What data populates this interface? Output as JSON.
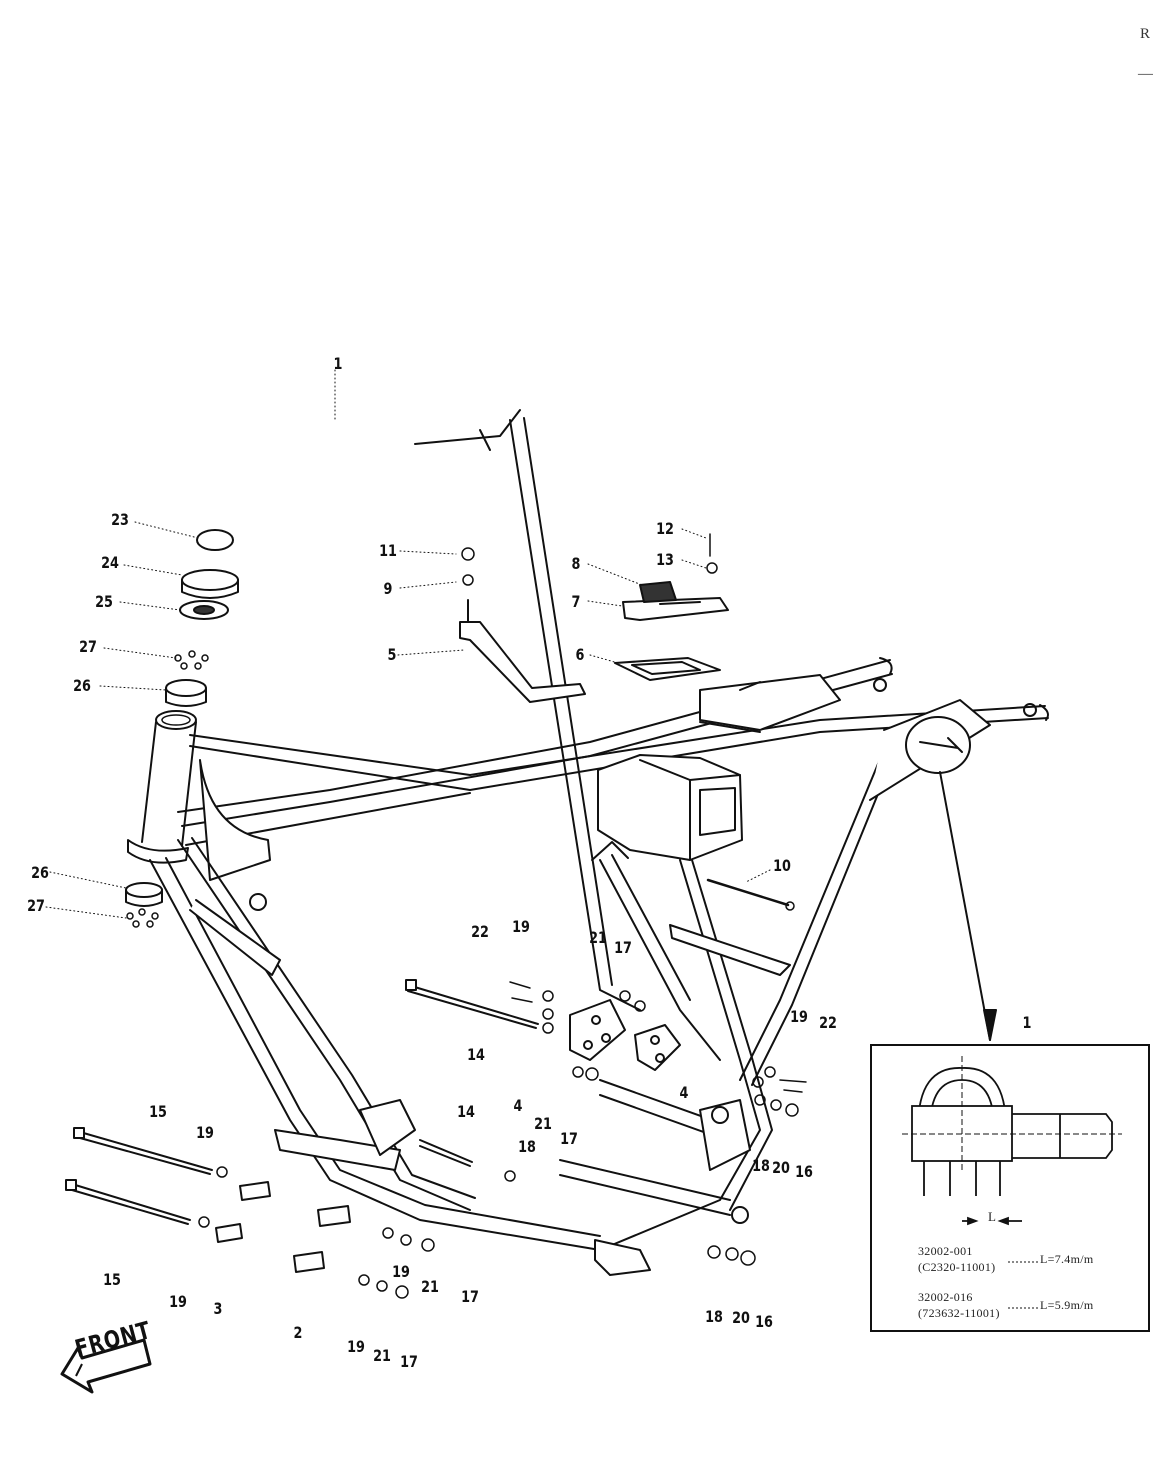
{
  "corner_text": {
    "top": "R",
    "dash": "—"
  },
  "callouts": [
    {
      "id": "c1a",
      "text": "1"
    },
    {
      "id": "c2",
      "text": "2"
    },
    {
      "id": "c3",
      "text": "3"
    },
    {
      "id": "c4a",
      "text": "4"
    },
    {
      "id": "c4b",
      "text": "4"
    },
    {
      "id": "c5",
      "text": "5"
    },
    {
      "id": "c6",
      "text": "6"
    },
    {
      "id": "c7",
      "text": "7"
    },
    {
      "id": "c8",
      "text": "8"
    },
    {
      "id": "c9",
      "text": "9"
    },
    {
      "id": "c10",
      "text": "10"
    },
    {
      "id": "c11",
      "text": "11"
    },
    {
      "id": "c12",
      "text": "12"
    },
    {
      "id": "c13",
      "text": "13"
    },
    {
      "id": "c14a",
      "text": "14"
    },
    {
      "id": "c14b",
      "text": "14"
    },
    {
      "id": "c15a",
      "text": "15"
    },
    {
      "id": "c15b",
      "text": "15"
    },
    {
      "id": "c16a",
      "text": "16"
    },
    {
      "id": "c16b",
      "text": "16"
    },
    {
      "id": "c17a",
      "text": "17"
    },
    {
      "id": "c17b",
      "text": "17"
    },
    {
      "id": "c17c",
      "text": "17"
    },
    {
      "id": "c17d",
      "text": "17"
    },
    {
      "id": "c18a",
      "text": "18"
    },
    {
      "id": "c18b",
      "text": "18"
    },
    {
      "id": "c18c",
      "text": "18"
    },
    {
      "id": "c19a",
      "text": "19"
    },
    {
      "id": "c19b",
      "text": "19"
    },
    {
      "id": "c19c",
      "text": "19"
    },
    {
      "id": "c19d",
      "text": "19"
    },
    {
      "id": "c19e",
      "text": "19"
    },
    {
      "id": "c19f",
      "text": "19"
    },
    {
      "id": "c20a",
      "text": "20"
    },
    {
      "id": "c20b",
      "text": "20"
    },
    {
      "id": "c21a",
      "text": "21"
    },
    {
      "id": "c21b",
      "text": "21"
    },
    {
      "id": "c21c",
      "text": "21"
    },
    {
      "id": "c21d",
      "text": "21"
    },
    {
      "id": "c22a",
      "text": "22"
    },
    {
      "id": "c22b",
      "text": "22"
    },
    {
      "id": "c23",
      "text": "23"
    },
    {
      "id": "c24",
      "text": "24"
    },
    {
      "id": "c25",
      "text": "25"
    },
    {
      "id": "c26a",
      "text": "26"
    },
    {
      "id": "c26b",
      "text": "26"
    },
    {
      "id": "c27a",
      "text": "27"
    },
    {
      "id": "c27b",
      "text": "27"
    },
    {
      "id": "c1b",
      "text": "1"
    }
  ],
  "inset": {
    "part_a": "32002-001",
    "part_a_sub": "(C2320-11001)",
    "part_a_len": "L=7.4m/m",
    "part_b": "32002-016",
    "part_b_sub": "(723632-11001)",
    "part_b_len": "L=5.9m/m",
    "dim_label": "L"
  },
  "front_label": "FRONT"
}
